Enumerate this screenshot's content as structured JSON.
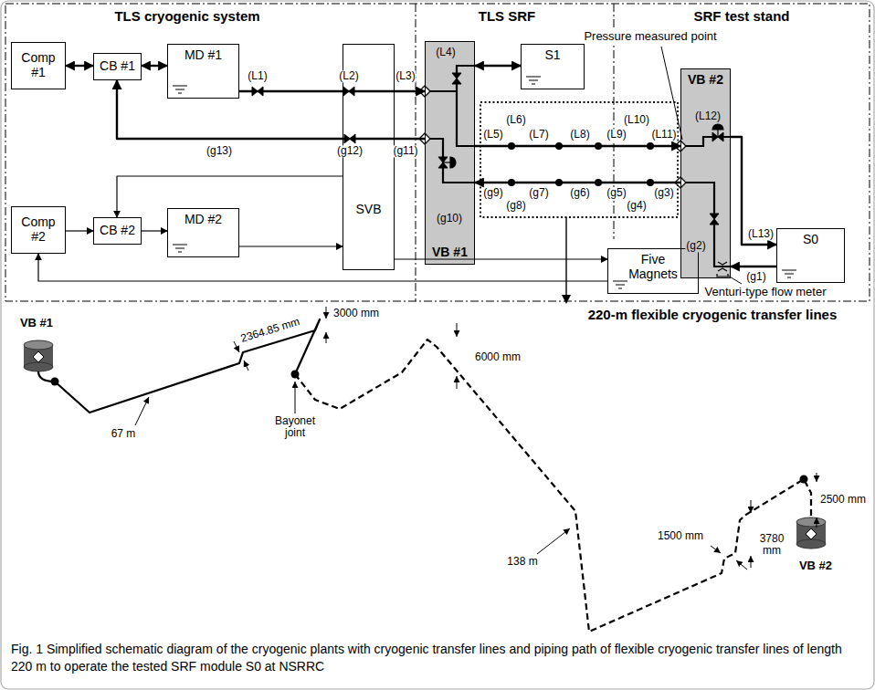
{
  "diagram": {
    "caption": "Fig. 1 Simplified schematic diagram of the cryogenic plants with cryogenic transfer lines and piping path of flexible cryogenic transfer lines of length 220 m to operate the tested SRF module S0 at NSRRC",
    "nodes": [
      {
        "text": [
          "Comp #1"
        ]
      },
      {
        "text": [
          "CB #1"
        ]
      },
      {
        "text": [
          "MD #1"
        ]
      },
      {
        "text": [
          "SVB"
        ]
      },
      {
        "text": [
          "Comp #2"
        ]
      },
      {
        "text": [
          "CB #2"
        ]
      },
      {
        "text": [
          "MD #2"
        ]
      },
      {
        "text": [
          "Five Magnets"
        ]
      },
      {
        "text": [
          "VB #1"
        ]
      },
      {
        "text": [
          "S1"
        ]
      },
      {
        "text": [
          "VB #2"
        ]
      },
      {
        "text": [
          "S0"
        ]
      }
    ],
    "edges": [
      {
        "from": 0,
        "to": 1,
        "arrow": "both"
      },
      {
        "from": 1,
        "to": 2,
        "arrow": "both"
      },
      {
        "from": 2,
        "to": 8,
        "arrow": "to"
      },
      {
        "from": 8,
        "to": 1,
        "arrow": "to"
      },
      {
        "from": 3,
        "to": 5,
        "arrow": "to"
      },
      {
        "from": 5,
        "to": 6,
        "arrow": "to"
      },
      {
        "from": 6,
        "to": 3,
        "arrow": "to"
      },
      {
        "from": 3,
        "to": 7,
        "arrow": "to"
      },
      {
        "from": 7,
        "to": 4,
        "arrow": "to"
      },
      {
        "from": 4,
        "to": 5,
        "arrow": "to"
      },
      {
        "from": 8,
        "to": 9,
        "arrow": "both"
      },
      {
        "from": 8,
        "to": 10,
        "arrow": "to"
      },
      {
        "from": 10,
        "to": 8,
        "arrow": "to"
      },
      {
        "from": 10,
        "to": 11,
        "arrow": "to"
      },
      {
        "from": 11,
        "to": 10,
        "arrow": "to"
      }
    ],
    "labels": [
      "TLS cryogenic system",
      "TLS SRF",
      "SRF test stand",
      "(L1)",
      "(L2)",
      "(L3)",
      "(L4)",
      "(L5)",
      "(L6)",
      "(L7)",
      "(L8)",
      "(L9)",
      "(L10)",
      "(L11)",
      "(L12)",
      "(L13)",
      "(g1)",
      "(g2)",
      "(g3)",
      "(g4)",
      "(g5)",
      "(g6)",
      "(g7)",
      "(g8)",
      "(g9)",
      "(g10)",
      "(g11)",
      "(g12)",
      "(g13)",
      "Pressure measured point",
      "Venturi-type flow meter",
      "220-m flexible cryogenic transfer lines",
      "VB #1",
      "2364.85 mm",
      "3000 mm",
      "67 m",
      "Bayonet joint",
      "6000 mm",
      "138 m",
      "1500 mm",
      "3780 mm",
      "2500 mm",
      "VB #2"
    ]
  }
}
